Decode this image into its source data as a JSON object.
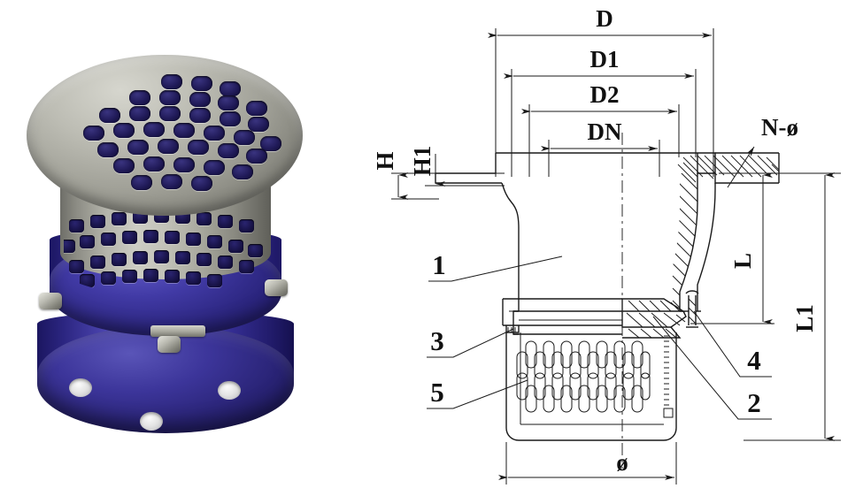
{
  "page": {
    "title": "Foot Valve — product photo and dimensional drawing",
    "background_color": "#ffffff"
  },
  "photo": {
    "name": "flanged-foot-valve-photo",
    "description": "Blue cast iron flanged foot valve with stainless steel perforated strainer cap",
    "colors": {
      "body": "#2c2680",
      "body_highlight": "#625cc8",
      "strainer": "#b4b4ab",
      "bolt": "#c9c9c0",
      "hole": "#171246"
    },
    "parts": {
      "strainer_cap": "perforated stainless steel cap",
      "strainer_body": "perforated stainless steel cylinder",
      "upper_flange": "blue painted upper flange",
      "lower_flange": "blue painted bolted flange",
      "bolts": "hex head bolts",
      "flange_holes": "flange bolt holes"
    }
  },
  "drawing": {
    "name": "foot-valve-dimensional-drawing",
    "type": "engineering cross-section drawing",
    "horizontal_dimensions": [
      {
        "id": "D",
        "label": "D",
        "meaning": "flange outside diameter"
      },
      {
        "id": "D1",
        "label": "D1",
        "meaning": "bolt circle diameter"
      },
      {
        "id": "D2",
        "label": "D2",
        "meaning": "raised face diameter"
      },
      {
        "id": "DN",
        "label": "DN",
        "meaning": "nominal bore"
      },
      {
        "id": "PHI",
        "label": "ø",
        "meaning": "strainer outside diameter"
      }
    ],
    "vertical_dimensions": [
      {
        "id": "H",
        "label": "H",
        "meaning": "flange face height"
      },
      {
        "id": "H1",
        "label": "H1",
        "meaning": "raised face height"
      },
      {
        "id": "L",
        "label": "L",
        "meaning": "face to face length"
      },
      {
        "id": "L1",
        "label": "L1",
        "meaning": "overall length with strainer"
      }
    ],
    "callouts": [
      {
        "id": "N-PHI",
        "label": "N-ø",
        "meaning": "number of bolt holes and hole diameter"
      }
    ],
    "item_numbers": [
      {
        "id": "1",
        "label": "1",
        "meaning": "valve body"
      },
      {
        "id": "2",
        "label": "2",
        "meaning": "valve disc"
      },
      {
        "id": "3",
        "label": "3",
        "meaning": "strainer retaining ring"
      },
      {
        "id": "4",
        "label": "4",
        "meaning": "hinge pin"
      },
      {
        "id": "5",
        "label": "5",
        "meaning": "strainer screen"
      }
    ],
    "line_color": "#1a1a1a"
  }
}
